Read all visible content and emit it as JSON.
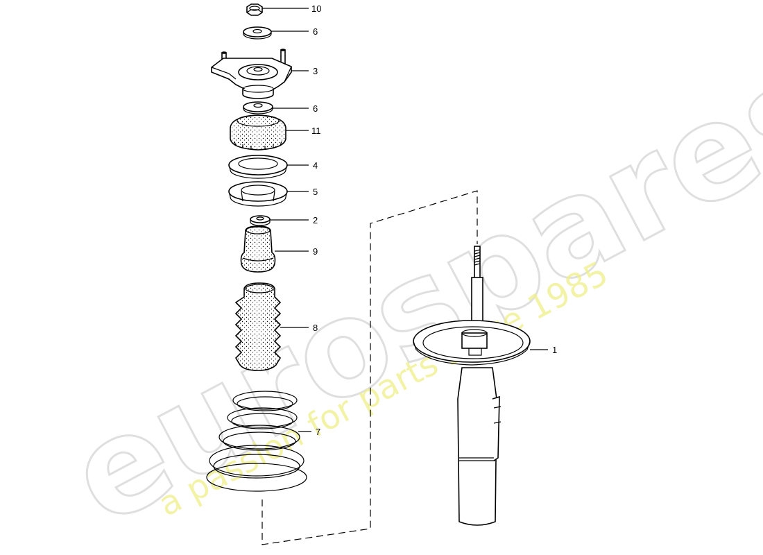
{
  "watermark": {
    "brand": "eurospares",
    "tagline": "a passion for parts since 1985"
  },
  "callouts": [
    {
      "id": "10",
      "label": "10"
    },
    {
      "id": "6a",
      "label": "6"
    },
    {
      "id": "3",
      "label": "3"
    },
    {
      "id": "6b",
      "label": "6"
    },
    {
      "id": "11",
      "label": "11"
    },
    {
      "id": "4",
      "label": "4"
    },
    {
      "id": "5",
      "label": "5"
    },
    {
      "id": "2",
      "label": "2"
    },
    {
      "id": "9",
      "label": "9"
    },
    {
      "id": "8",
      "label": "8"
    },
    {
      "id": "7",
      "label": "7"
    },
    {
      "id": "1",
      "label": "1"
    }
  ],
  "colors": {
    "line": "#000000",
    "background": "#ffffff",
    "watermark_brand": "#dcdcdc",
    "watermark_tagline": "#eef08a"
  }
}
